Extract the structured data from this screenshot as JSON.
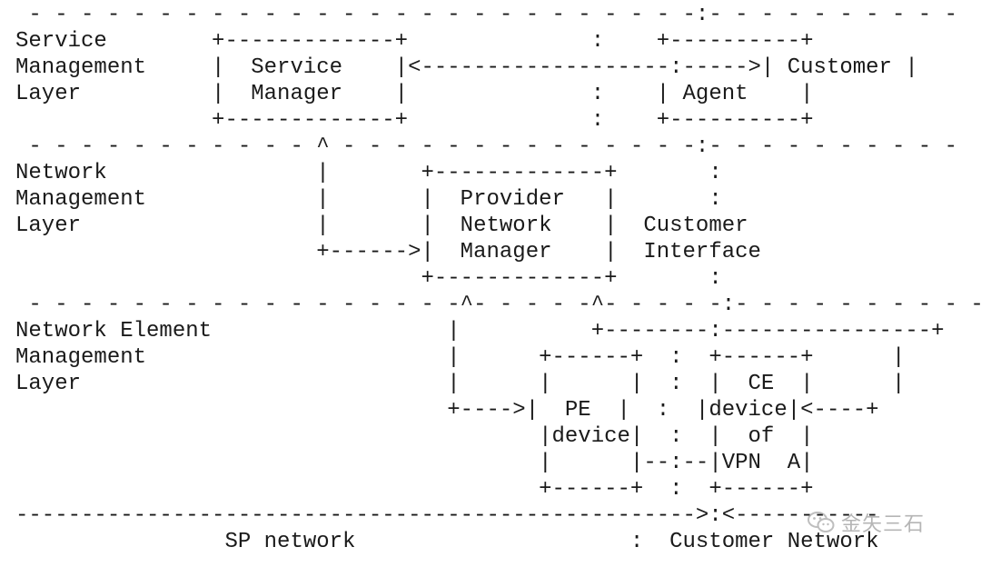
{
  "diagram": {
    "lines": [
      " - - - - - - - - - - - - - - - - - - - - - - - - - -:- - - - - - - - - -",
      "Service        +-------------+              :    +----------+",
      "Management     |  Service    |<-------------------:----->| Customer |",
      "Layer          |  Manager    |              :    | Agent    |",
      "               +-------------+              :    +----------+",
      " - - - - - - - - - - - ^ - - - - - - - - - - - - - -:- - - - - - - - - -",
      "Network                |       +-------------+       :",
      "Management             |       |  Provider   |       :",
      "Layer                  |       |  Network    |  Customer",
      "                       +------>|  Manager    |  Interface",
      "                               +-------------+       :",
      " - - - - - - - - - - - - - - - - -^- - - - -^- - - - -:- - - - - - - - - -",
      "Network Element                  |          +--------:----------------+",
      "Management                       |      +------+  :  +------+      |",
      "Layer                            |      |      |  :  |  CE  |      |",
      "                                 +---->|  PE  |  :  |device|<----+",
      "                                        |device|  :  |  of  |",
      "                                        |      |--:--|VPN  A|",
      "                                        +------+  :  +------+",
      "---------------------------------------------------->:<-----------",
      "                SP network                     :  Customer Network"
    ]
  },
  "watermark": {
    "icon": "wechat-icon",
    "text": "金矢三石"
  }
}
